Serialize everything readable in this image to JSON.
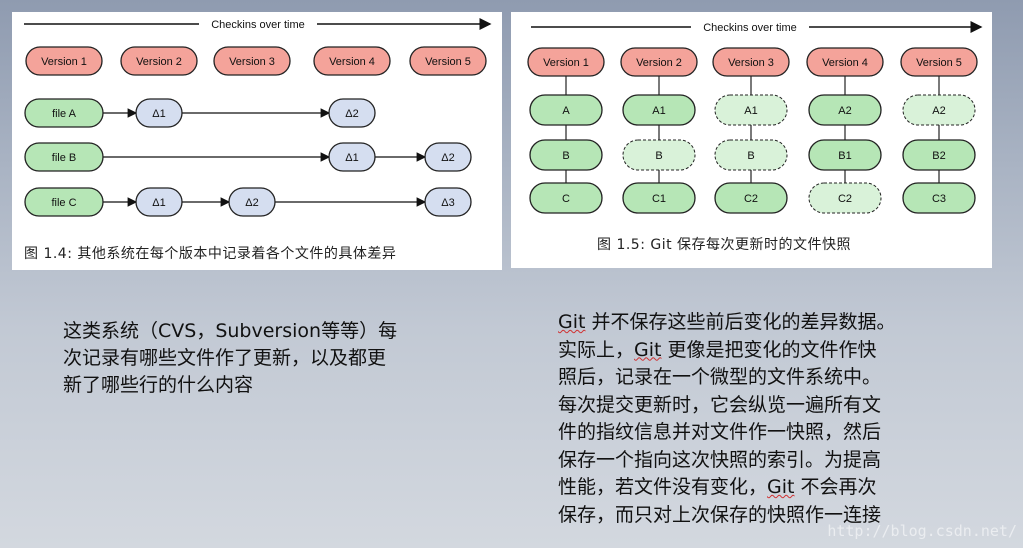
{
  "left_figure": {
    "title": "Checkins over time",
    "versions": [
      "Version 1",
      "Version 2",
      "Version 3",
      "Version 4",
      "Version 5"
    ],
    "rows": [
      {
        "file": "file A",
        "deltas": [
          {
            "col": 2,
            "label": "Δ1"
          },
          {
            "col": 4,
            "label": "Δ2"
          }
        ]
      },
      {
        "file": "file B",
        "deltas": [
          {
            "col": 4,
            "label": "Δ1"
          },
          {
            "col": 5,
            "label": "Δ2"
          }
        ]
      },
      {
        "file": "file C",
        "deltas": [
          {
            "col": 2,
            "label": "Δ1"
          },
          {
            "col": 3,
            "label": "Δ2"
          },
          {
            "col": 5,
            "label": "Δ3"
          }
        ]
      }
    ],
    "caption": "图  1.4: 其他系统在每个版本中记录着各个文件的具体差异"
  },
  "right_figure": {
    "title": "Checkins over time",
    "versions": [
      "Version 1",
      "Version 2",
      "Version 3",
      "Version 4",
      "Version 5"
    ],
    "grid": [
      [
        {
          "label": "A",
          "ref": false
        },
        {
          "label": "A1",
          "ref": false
        },
        {
          "label": "A1",
          "ref": true
        },
        {
          "label": "A2",
          "ref": false
        },
        {
          "label": "A2",
          "ref": true
        }
      ],
      [
        {
          "label": "B",
          "ref": false
        },
        {
          "label": "B",
          "ref": true
        },
        {
          "label": "B",
          "ref": true
        },
        {
          "label": "B1",
          "ref": false
        },
        {
          "label": "B2",
          "ref": false
        }
      ],
      [
        {
          "label": "C",
          "ref": false
        },
        {
          "label": "C1",
          "ref": false
        },
        {
          "label": "C2",
          "ref": false
        },
        {
          "label": "C2",
          "ref": true
        },
        {
          "label": "C3",
          "ref": false
        }
      ]
    ],
    "caption": "图  1.5: Git 保存每次更新时的文件快照"
  },
  "left_text": {
    "line1": "这类系统（CVS，Subversion等等）每",
    "line2": "次记录有哪些文件作了更新，以及都更",
    "line3": "新了哪些行的什么内容"
  },
  "right_text": {
    "line1_a": "Git",
    "line1_b": " 并不保存这些前后变化的差异数据。",
    "line2_a": "实际上，",
    "line2_b": "Git",
    "line2_c": " 更像是把变化的文件作快",
    "line3": "照后，记录在一个微型的文件系统中。",
    "line4": "每次提交更新时，它会纵览一遍所有文",
    "line5": "件的指纹信息并对文件作一快照，然后",
    "line6": "保存一个指向这次快照的索引。为提高",
    "line7_a": "性能，若文件没有变化，",
    "line7_b": "Git",
    "line7_c": " 不会再次",
    "line8": "保存，而只对上次保存的快照作一连接"
  },
  "watermark": "http://blog.csdn.net/",
  "colors": {
    "version_fill": "#f4a39a",
    "file_fill": "#b6e6b6",
    "delta_fill": "#d5def0",
    "snapshot_fill": "#b6e6b6",
    "ref_fill": "#d9f2d9"
  }
}
